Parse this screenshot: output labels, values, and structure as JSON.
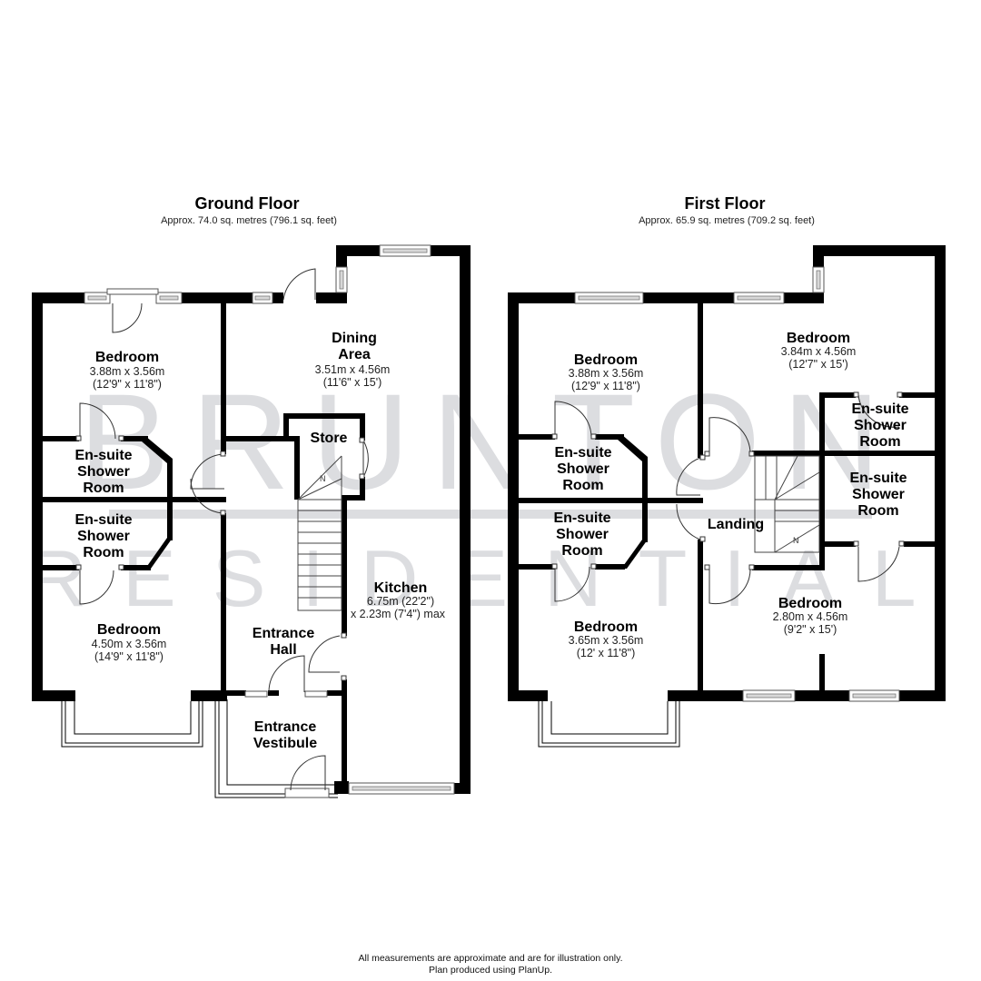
{
  "watermark": {
    "line1": "BRUNTON",
    "line2": "RESIDENTIAL",
    "color": "#dcdde0"
  },
  "ground_floor": {
    "title": "Ground Floor",
    "area": "Approx. 74.0 sq. metres (796.1 sq. feet)",
    "rooms": [
      {
        "name_lines": [
          "Bedroom"
        ],
        "dims": [
          "3.88m x 3.56m",
          "(12'9\" x 11'8\")"
        ]
      },
      {
        "name_lines": [
          "En-suite",
          "Shower",
          "Room"
        ],
        "dims": []
      },
      {
        "name_lines": [
          "En-suite",
          "Shower",
          "Room"
        ],
        "dims": []
      },
      {
        "name_lines": [
          "Bedroom"
        ],
        "dims": [
          "4.50m x 3.56m",
          "(14'9\" x 11'8\")"
        ]
      },
      {
        "name_lines": [
          "Dining",
          "Area"
        ],
        "dims": [
          "3.51m x 4.56m",
          "(11'6\" x 15')"
        ]
      },
      {
        "name_lines": [
          "Store"
        ],
        "dims": []
      },
      {
        "name_lines": [
          "Kitchen"
        ],
        "dims": [
          "6.75m (22'2\")",
          "x 2.23m (7'4\") max"
        ]
      },
      {
        "name_lines": [
          "Entrance",
          "Hall"
        ],
        "dims": []
      },
      {
        "name_lines": [
          "Entrance",
          "Vestibule"
        ],
        "dims": []
      }
    ]
  },
  "first_floor": {
    "title": "First Floor",
    "area": "Approx. 65.9 sq. metres (709.2 sq. feet)",
    "rooms": [
      {
        "name_lines": [
          "Bedroom"
        ],
        "dims": [
          "3.88m x 3.56m",
          "(12'9\" x 11'8\")"
        ]
      },
      {
        "name_lines": [
          "En-suite",
          "Shower",
          "Room"
        ],
        "dims": []
      },
      {
        "name_lines": [
          "En-suite",
          "Shower",
          "Room"
        ],
        "dims": []
      },
      {
        "name_lines": [
          "Bedroom"
        ],
        "dims": [
          "3.65m x 3.56m",
          "(12' x 11'8\")"
        ]
      },
      {
        "name_lines": [
          "Bedroom"
        ],
        "dims": [
          "3.84m x 4.56m",
          "(12'7\" x 15')"
        ]
      },
      {
        "name_lines": [
          "En-suite",
          "Shower",
          "Room"
        ],
        "dims": []
      },
      {
        "name_lines": [
          "En-suite",
          "Shower",
          "Room"
        ],
        "dims": []
      },
      {
        "name_lines": [
          "Landing"
        ],
        "dims": []
      },
      {
        "name_lines": [
          "Bedroom"
        ],
        "dims": [
          "2.80m x 4.56m",
          "(9'2\" x 15')"
        ]
      }
    ]
  },
  "footer": {
    "line1": "All measurements are approximate and are for illustration only.",
    "line2": "Plan produced using PlanUp."
  }
}
